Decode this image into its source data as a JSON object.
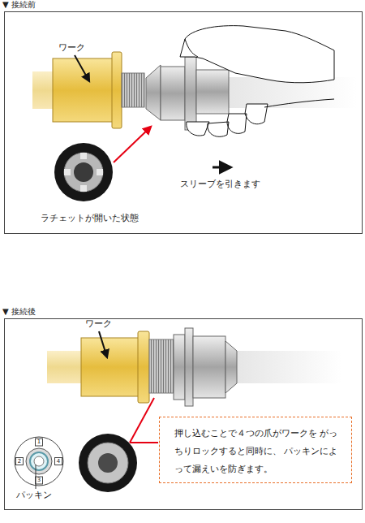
{
  "diagram": {
    "nodes": [
      {
        "text": [
          "▼ 接続前"
        ]
      },
      {
        "text": [
          "▼ 接続後"
        ]
      },
      {
        "text": [
          "押し込むことで４つの爪がワークを がっちりロックすると同時に、 パッキンによって漏えいを防ぎます。"
        ],
        "in": 1
      }
    ],
    "labels": [
      "ワーク",
      "スリーブを引きます",
      "ラチェットが開いた状態",
      "ワーク",
      "1",
      "2",
      "3",
      "4",
      "パッキン"
    ]
  }
}
